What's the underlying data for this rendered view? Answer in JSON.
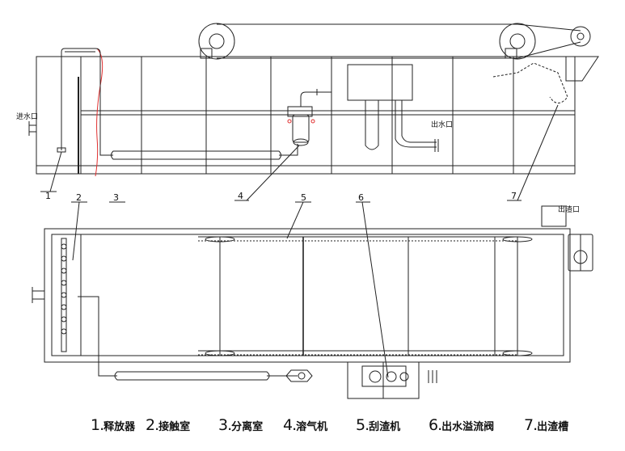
{
  "labels": {
    "inlet": "进水口",
    "outlet": "出水口",
    "slag_outlet": "出渣口"
  },
  "callouts": [
    "1",
    "2",
    "3",
    "4",
    "5",
    "6",
    "7"
  ],
  "legend": [
    {
      "num": "1",
      "sep": ".",
      "text": "释放器"
    },
    {
      "num": "2",
      "sep": ".",
      "text": "接触室"
    },
    {
      "num": "3",
      "sep": ".",
      "text": "分离室"
    },
    {
      "num": "4",
      "sep": ".",
      "text": "溶气机"
    },
    {
      "num": "5",
      "sep": ".",
      "text": "刮渣机"
    },
    {
      "num": "6",
      "sep": ".",
      "text": "出水溢流阀"
    },
    {
      "num": "7",
      "sep": ".",
      "text": "出渣槽"
    }
  ],
  "colors": {
    "line": "#222222",
    "accent_pipe": "#e03030",
    "background": "#ffffff"
  }
}
